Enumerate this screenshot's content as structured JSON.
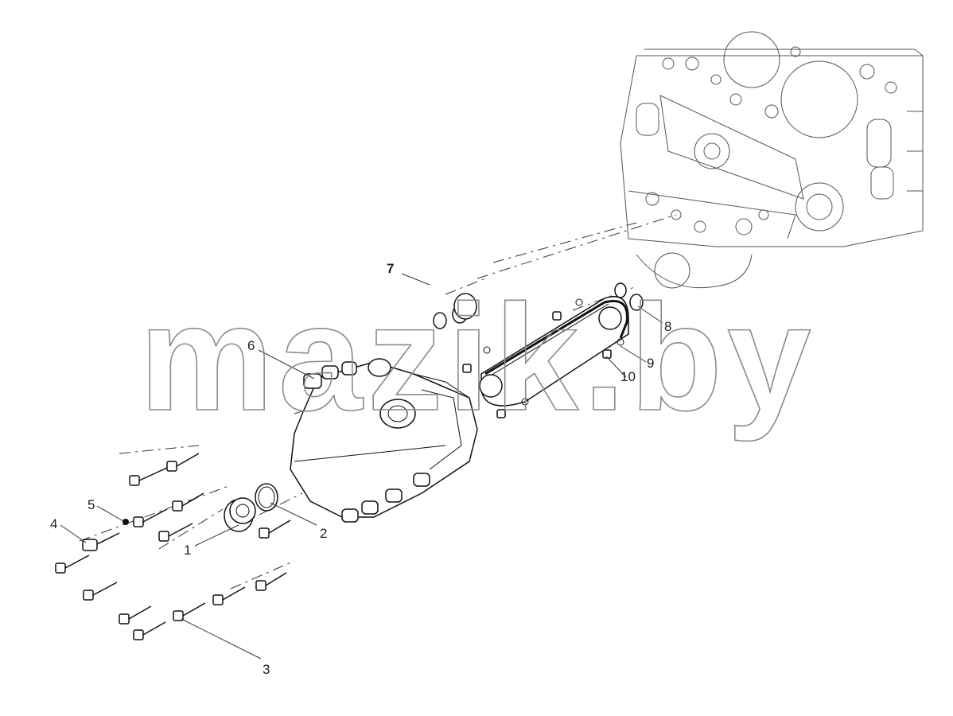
{
  "watermark": "mazik.by",
  "callouts": [
    {
      "id": "1",
      "text": "1"
    },
    {
      "id": "2",
      "text": "2"
    },
    {
      "id": "3",
      "text": "3"
    },
    {
      "id": "4",
      "text": "4"
    },
    {
      "id": "5",
      "text": "5"
    },
    {
      "id": "6",
      "text": "6"
    },
    {
      "id": "7",
      "text": "7"
    },
    {
      "id": "8",
      "text": "8"
    },
    {
      "id": "9",
      "text": "9"
    },
    {
      "id": "10",
      "text": "10"
    }
  ]
}
